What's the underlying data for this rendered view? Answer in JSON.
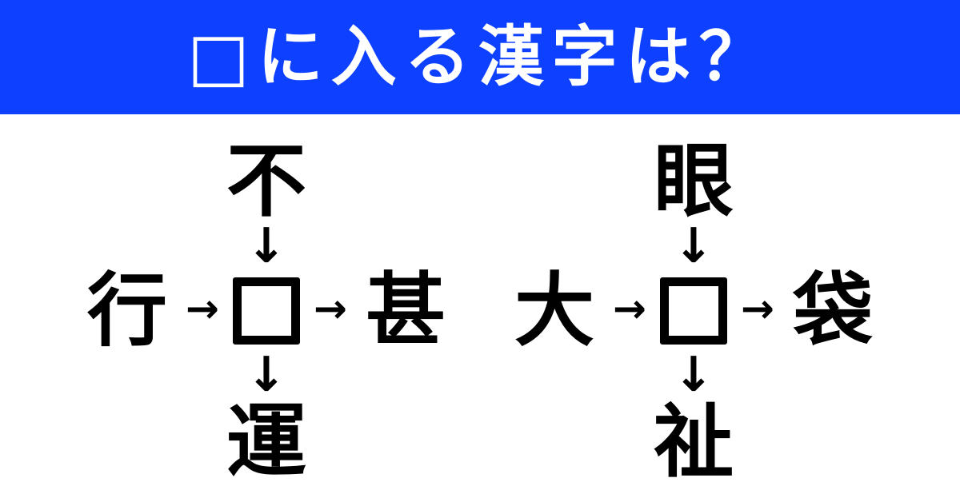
{
  "banner": {
    "title": "□に入る漢字は？"
  },
  "colors": {
    "banner_bg": "#0d41ff",
    "banner_text": "#ffffff",
    "ink": "#000000",
    "background": "#ffffff"
  },
  "arrows": {
    "down": "↓",
    "right": "→"
  },
  "puzzles": [
    {
      "id": "left",
      "top": "不",
      "left": "行",
      "right": "甚",
      "bottom": "運",
      "center": "□"
    },
    {
      "id": "right",
      "top": "眼",
      "left": "大",
      "right": "袋",
      "bottom": "祉",
      "center": "□"
    }
  ]
}
